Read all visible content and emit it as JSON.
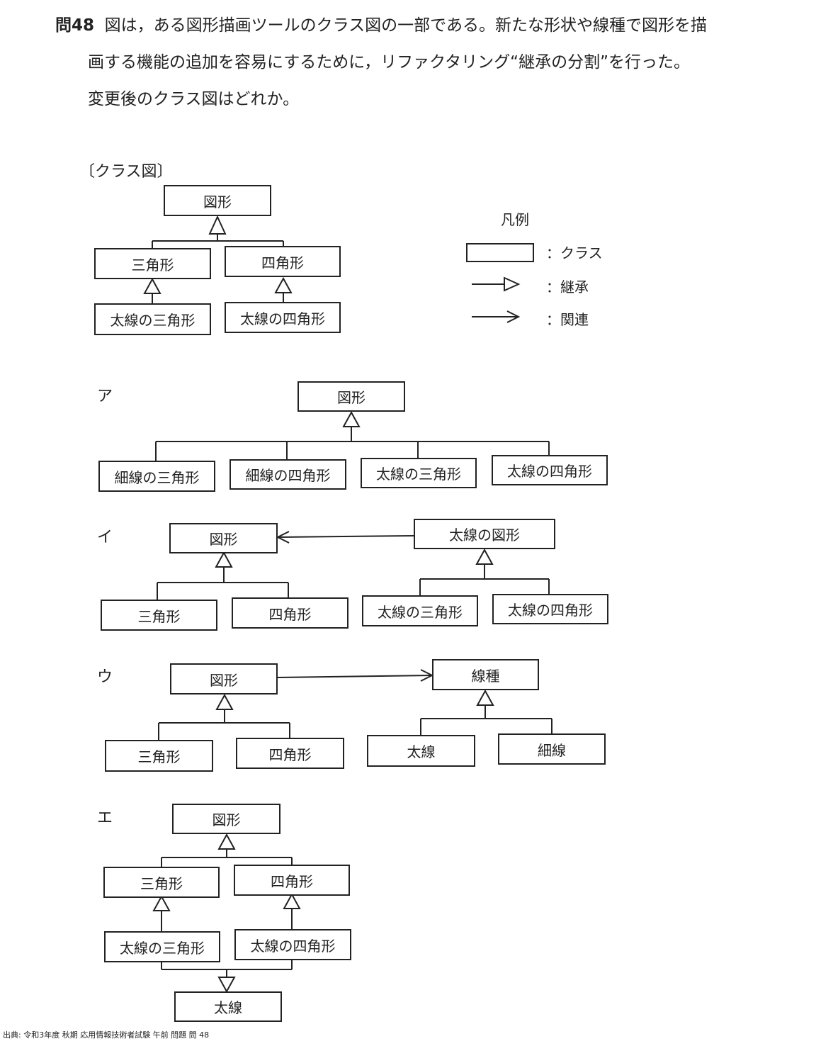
{
  "question": {
    "number": "問48",
    "line1": "図は，ある図形描画ツールのクラス図の一部である。新たな形状や線種で図形を描",
    "line2": "画する機能の追加を容易にするために，リファクタリング“継承の分割”を行った。",
    "line3": "変更後のクラス図はどれか。"
  },
  "diagram_label": "〔クラス図〕",
  "legend": {
    "title": "凡例",
    "class": "：クラス",
    "inherit": "：継承",
    "assoc": "：関連"
  },
  "original": {
    "figure": "図形",
    "triangle": "三角形",
    "square": "四角形",
    "thick_triangle": "太線の三角形",
    "thick_square": "太線の四角形"
  },
  "choice_a": {
    "label": "ア",
    "figure": "図形",
    "b1": "細線の三角形",
    "b2": "細線の四角形",
    "b3": "太線の三角形",
    "b4": "太線の四角形"
  },
  "choice_i": {
    "label": "イ",
    "figure": "図形",
    "thick_figure": "太線の図形",
    "triangle": "三角形",
    "square": "四角形",
    "thick_triangle": "太線の三角形",
    "thick_square": "太線の四角形"
  },
  "choice_u": {
    "label": "ウ",
    "figure": "図形",
    "line_type": "線種",
    "triangle": "三角形",
    "square": "四角形",
    "thick": "太線",
    "thin": "細線"
  },
  "choice_e": {
    "label": "エ",
    "figure": "図形",
    "triangle": "三角形",
    "square": "四角形",
    "thick_triangle": "太線の三角形",
    "thick_square": "太線の四角形",
    "thick": "太線"
  },
  "footer": "出典: 令和3年度 秋期 応用情報技術者試験 午前 問題 問 48"
}
